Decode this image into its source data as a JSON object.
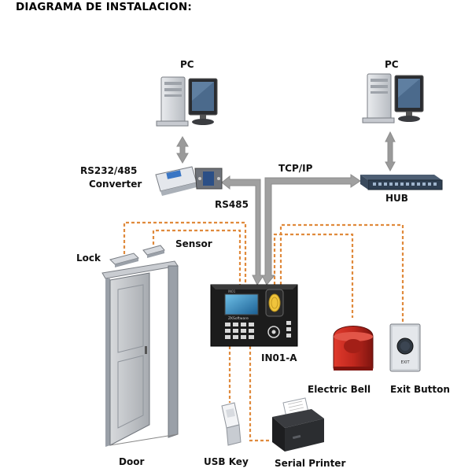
{
  "title": "DIAGRAMA DE INSTALACION:",
  "labels": {
    "pc_left": "PC",
    "pc_right": "PC",
    "converter_line1": "RS232/485",
    "converter_line2": "Converter",
    "tcpip": "TCP/IP",
    "hub": "HUB",
    "rs485": "RS485",
    "lock": "Lock",
    "sensor": "Sensor",
    "device": "IN01-A",
    "electric_bell": "Electric Bell",
    "exit_button": "Exit Button",
    "door": "Door",
    "usb_key": "USB Key",
    "serial_printer": "Serial Printer"
  },
  "device_screen": {
    "brand": "ZKSoftware",
    "model": "IN01"
  },
  "exit_button_text": "EXIT",
  "colors": {
    "dashed_wire": "#e08a3c",
    "gray_wire": "#9a9a9a",
    "device_body": "#1c1c1c",
    "bell_red": "#c0281e",
    "hub_body": "#2f3f52"
  }
}
